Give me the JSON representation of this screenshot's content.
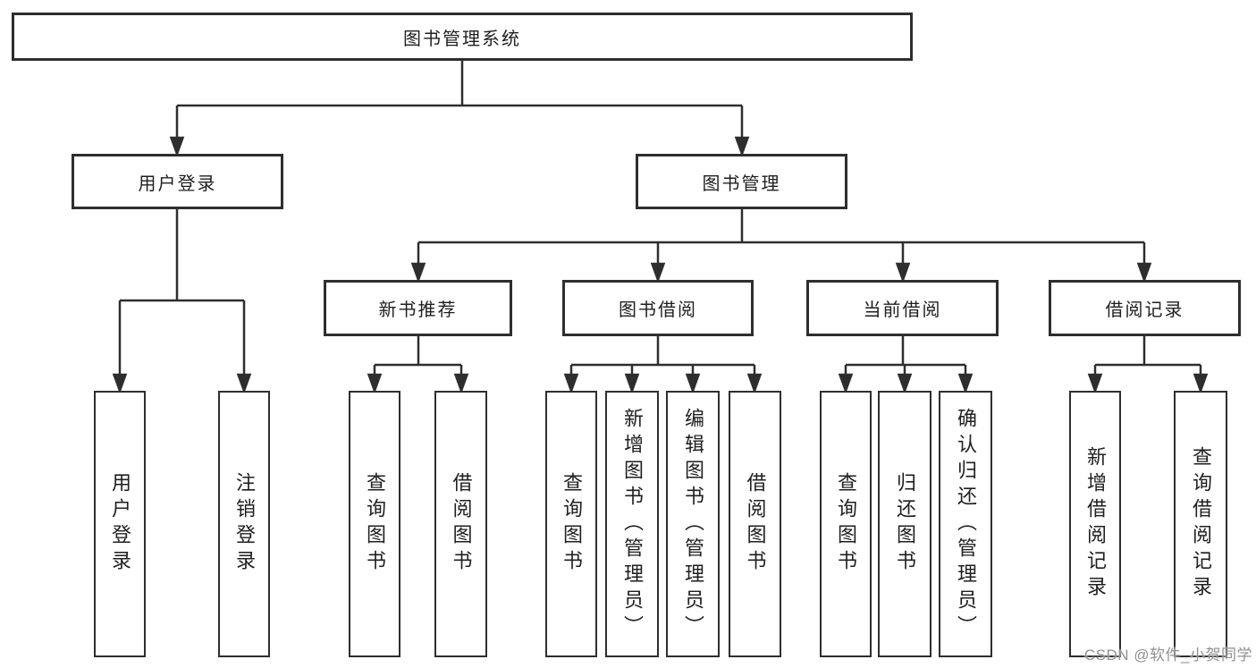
{
  "diagram": {
    "tree": {
      "root": {
        "label": "图书管理系统",
        "children": [
          {
            "label": "用户登录",
            "children": [
              {
                "label": "用户登录"
              },
              {
                "label": "注销登录"
              }
            ]
          },
          {
            "label": "图书管理",
            "children": [
              {
                "label": "新书推荐",
                "children": [
                  {
                    "label": "查询图书"
                  },
                  {
                    "label": "借阅图书"
                  }
                ]
              },
              {
                "label": "图书借阅",
                "children": [
                  {
                    "label": "查询图书"
                  },
                  {
                    "label": "新增图书（管理员）"
                  },
                  {
                    "label": "编辑图书（管理员）"
                  },
                  {
                    "label": "借阅图书"
                  }
                ]
              },
              {
                "label": "当前借阅",
                "children": [
                  {
                    "label": "查询图书"
                  },
                  {
                    "label": "归还图书"
                  },
                  {
                    "label": "确认归还（管理员）"
                  }
                ]
              },
              {
                "label": "借阅记录",
                "children": [
                  {
                    "label": "新增借阅记录"
                  },
                  {
                    "label": "查询借阅记录"
                  }
                ]
              }
            ]
          }
        ]
      }
    },
    "line_color": "#2e2e2e",
    "node_fill": "#ffffff",
    "text_color": "#1f1f1f"
  },
  "watermark": {
    "text": "CSDN @软件_小贺同学"
  }
}
